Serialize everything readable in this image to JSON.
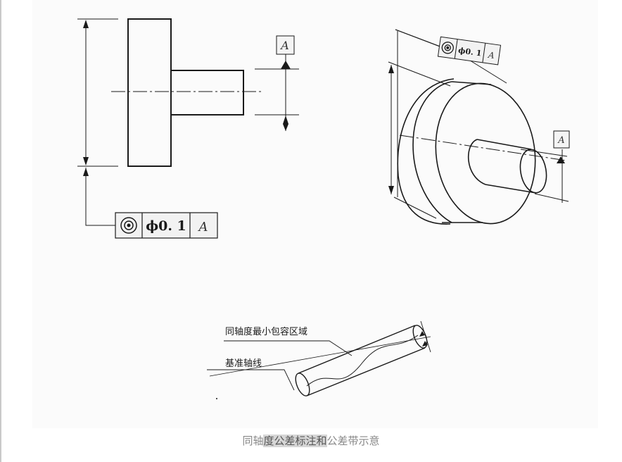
{
  "diagram": {
    "frame_2d": {
      "tolerance_symbol": "concentricity-icon",
      "tolerance_value": "ϕ0. 1",
      "datum_ref": "A"
    },
    "datum_label_2d": "A",
    "frame_3d": {
      "tolerance_symbol": "concentricity-icon",
      "tolerance_value": "ϕ0. 1",
      "datum_ref": "A"
    },
    "datum_label_3d": "A",
    "zone_label": "同轴度最小包容区域",
    "datum_axis_label": "基准轴线"
  },
  "caption": {
    "part1": "同轴",
    "part2": "度公差标注和",
    "part3": "公差带示意"
  },
  "colors": {
    "line": "#1a1a1a",
    "caption_text": "#888888",
    "caption_highlight": "#d6d6d6"
  }
}
